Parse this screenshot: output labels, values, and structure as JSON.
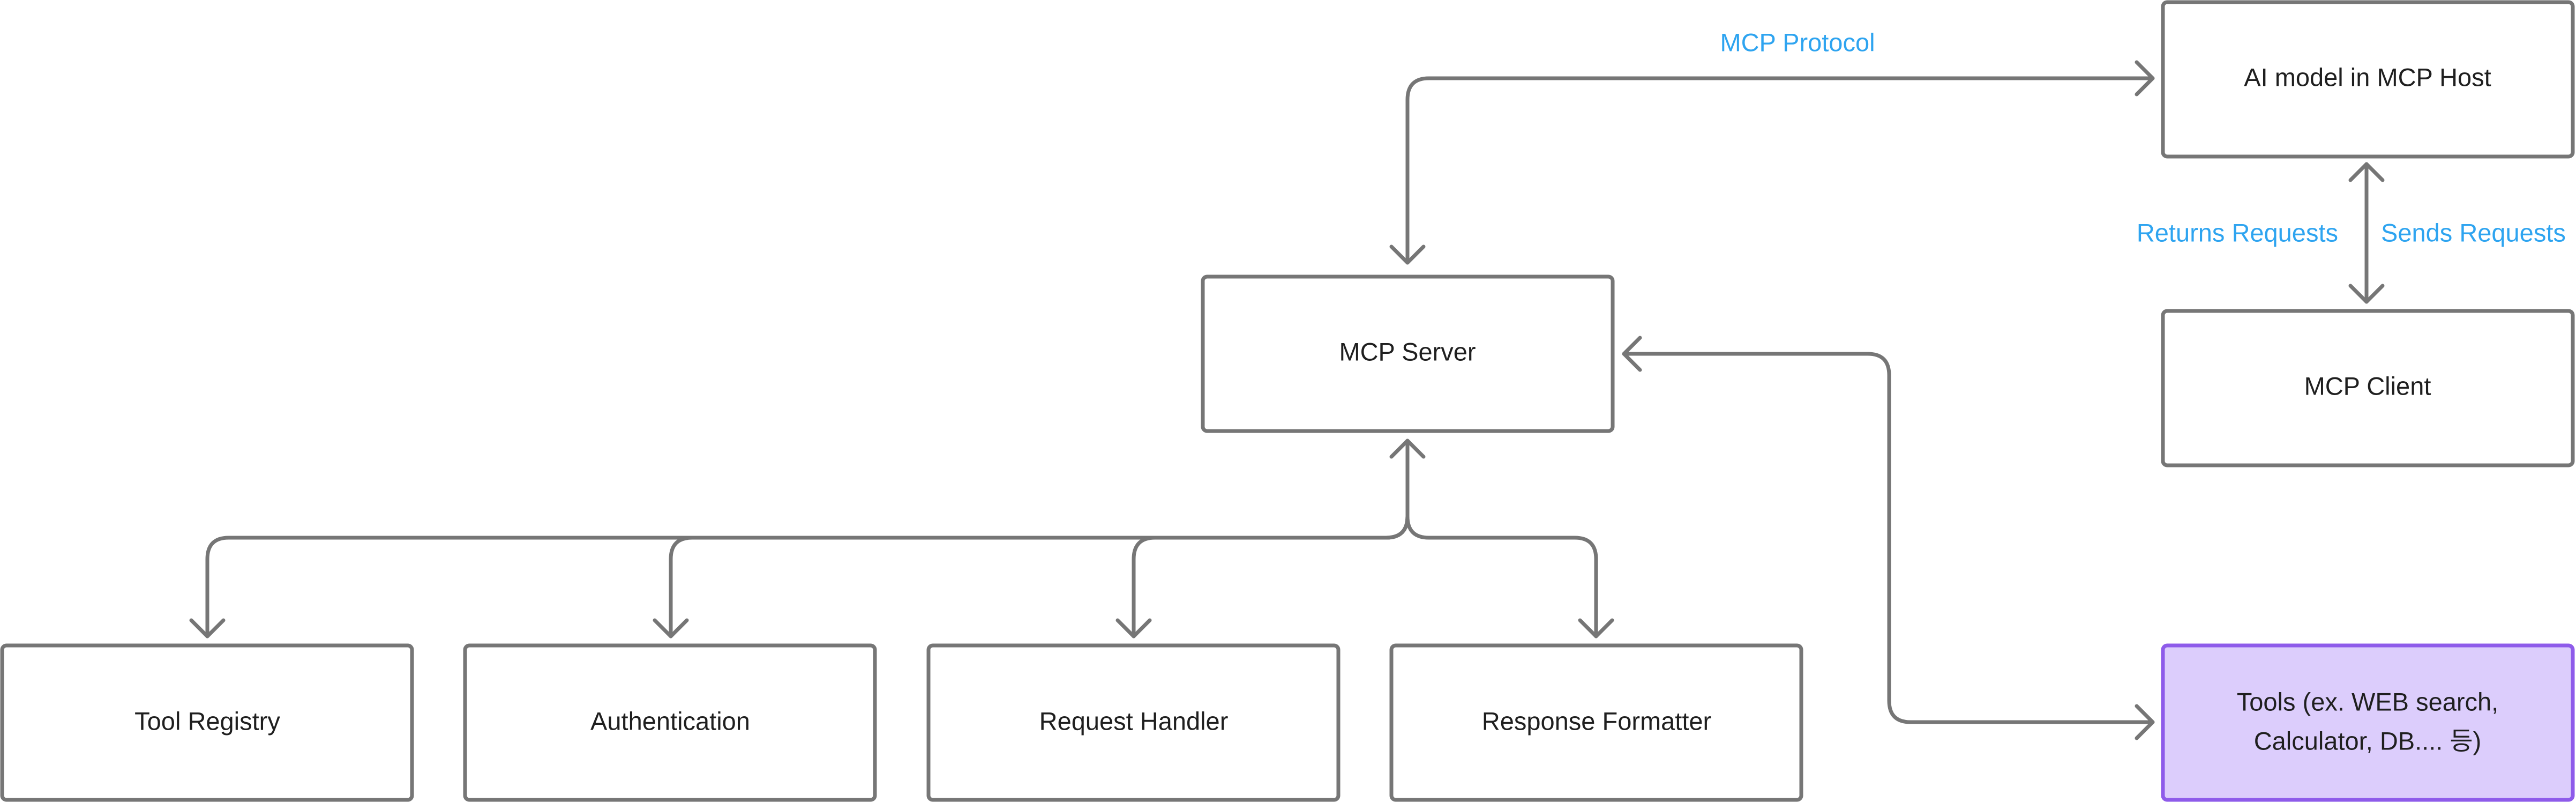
{
  "colors": {
    "box_stroke": "#767676",
    "box_fill": "#ffffff",
    "highlight_fill": "#dccdfc",
    "highlight_stroke": "#8e5bea",
    "text": "#1f1f1f",
    "label": "#2ea4f0",
    "arrow": "#767676"
  },
  "nodes": {
    "ai_model": {
      "label": "AI model in MCP Host"
    },
    "mcp_client": {
      "label": "MCP Client"
    },
    "mcp_server": {
      "label": "MCP Server"
    },
    "tool_registry": {
      "label": "Tool Registry"
    },
    "authentication": {
      "label": "Authentication"
    },
    "request_handler": {
      "label": "Request Handler"
    },
    "response_formatter": {
      "label": "Response Formatter"
    },
    "tools": {
      "line1": "Tools (ex. WEB search,",
      "line2": "Calculator, DB.... 등)"
    }
  },
  "edge_labels": {
    "mcp_protocol": "MCP Protocol",
    "returns_requests": "Returns Requests",
    "sends_requests": "Sends Requests"
  }
}
